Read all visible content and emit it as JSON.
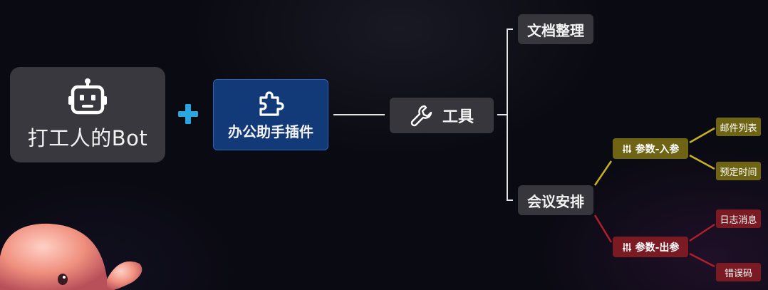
{
  "bot": {
    "label": "打工人的Bot",
    "icon": "robot-icon"
  },
  "plugin": {
    "label": "办公助手插件",
    "icon": "puzzle-icon"
  },
  "tool": {
    "label": "工具",
    "icon": "wrench-icon"
  },
  "branches": {
    "doc": "文档整理",
    "meeting": "会议安排"
  },
  "params": {
    "input": {
      "label": "参数-入参",
      "items": [
        "邮件列表",
        "预定时间"
      ],
      "color": "#6e6414"
    },
    "output": {
      "label": "参数-出参",
      "items": [
        "日志消息",
        "错误码"
      ],
      "color": "#7a1a22"
    }
  },
  "colors": {
    "plus": "#2aa6e0",
    "plugin_bg": "#133a78",
    "node_bg": "#36363c",
    "line": "#e6e6e6"
  }
}
